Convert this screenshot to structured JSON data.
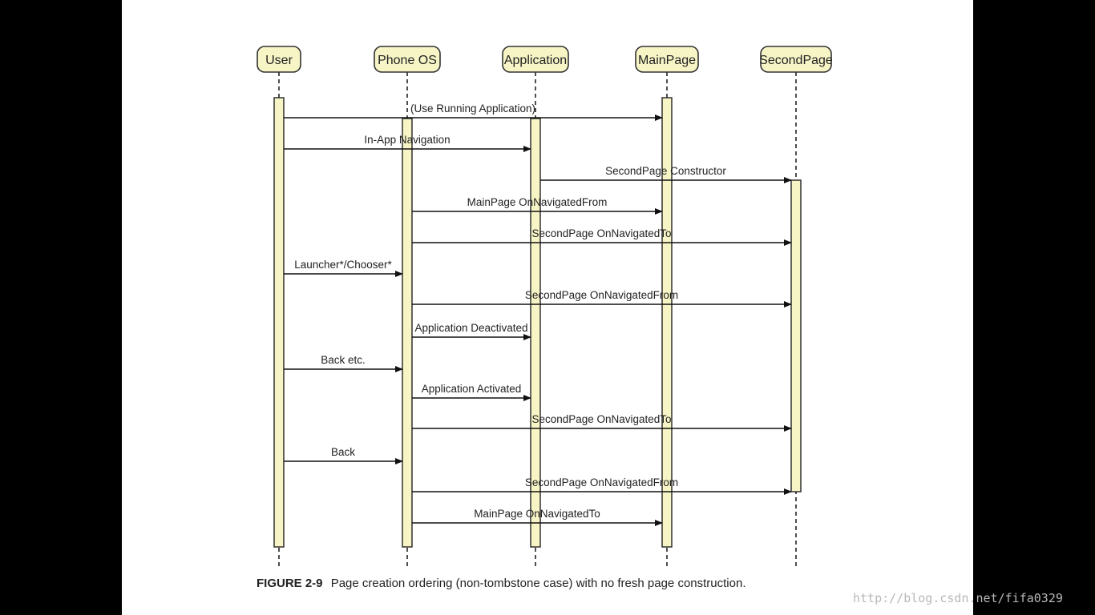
{
  "actors": [
    {
      "name": "User"
    },
    {
      "name": "Phone OS"
    },
    {
      "name": "Application"
    },
    {
      "name": "MainPage"
    },
    {
      "name": "SecondPage"
    }
  ],
  "messages": [
    {
      "from": "User",
      "to": "MainPage",
      "label": "(Use Running Application)"
    },
    {
      "from": "User",
      "to": "Application",
      "label": "In-App Navigation"
    },
    {
      "from": "Application",
      "to": "SecondPage",
      "label": "SecondPage Constructor"
    },
    {
      "from": "Phone OS",
      "to": "MainPage",
      "label": "MainPage OnNavigatedFrom"
    },
    {
      "from": "Phone OS",
      "to": "SecondPage",
      "label": "SecondPage OnNavigatedTo"
    },
    {
      "from": "User",
      "to": "Phone OS",
      "label": "Launcher*/Chooser*"
    },
    {
      "from": "Phone OS",
      "to": "SecondPage",
      "label": "SecondPage OnNavigatedFrom"
    },
    {
      "from": "Phone OS",
      "to": "Application",
      "label": "Application Deactivated"
    },
    {
      "from": "User",
      "to": "Phone OS",
      "label": "Back etc."
    },
    {
      "from": "Phone OS",
      "to": "Application",
      "label": "Application Activated"
    },
    {
      "from": "Phone OS",
      "to": "SecondPage",
      "label": "SecondPage OnNavigatedTo"
    },
    {
      "from": "User",
      "to": "Phone OS",
      "label": "Back"
    },
    {
      "from": "Phone OS",
      "to": "SecondPage",
      "label": "SecondPage OnNavigatedFrom"
    },
    {
      "from": "Phone OS",
      "to": "MainPage",
      "label": "MainPage OnNavigatedTo"
    }
  ],
  "caption": {
    "number": "FIGURE 2-9",
    "text": "Page creation ordering (non-tombstone case) with no fresh page construction."
  },
  "watermark": "http://blog.csdn.net/fifa0329"
}
